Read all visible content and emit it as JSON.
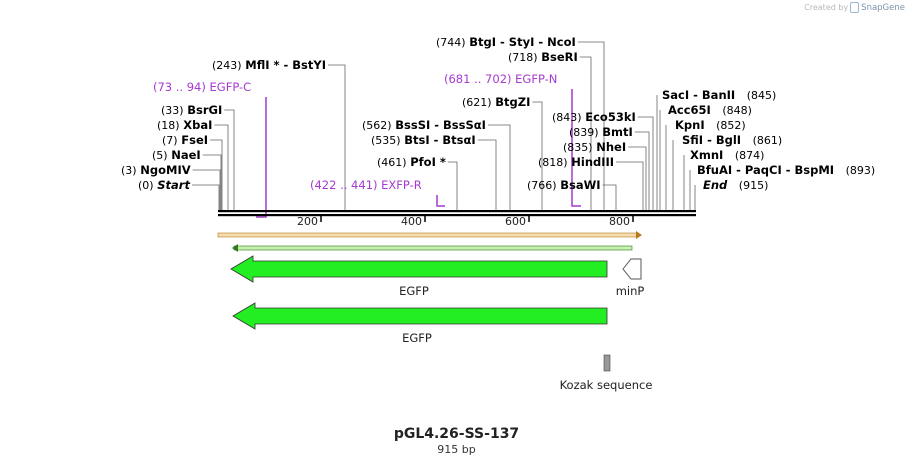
{
  "credit": {
    "prefix": "Created by",
    "brand": "SnapGene"
  },
  "plasmid": {
    "name": "pGL4.26-SS-137",
    "length_label": "915 bp"
  },
  "colors": {
    "site_label": "#000000",
    "primer": "#a63acf",
    "feature_fill": "#22ee22",
    "promoter_fill": "#ffffff",
    "misc_fill": "#999999",
    "backbone": "#000000",
    "orf_line": "#b87a1c",
    "orf_line_2": "#2e7d1a"
  },
  "ruler": {
    "ticks": [
      "200",
      "400",
      "600",
      "800"
    ]
  },
  "sites": [
    {
      "pos": "(0)",
      "name": "Start",
      "italic": true
    },
    {
      "pos": "(3)",
      "name": "NgoMIV"
    },
    {
      "pos": "(5)",
      "name": "NaeI"
    },
    {
      "pos": "(7)",
      "name": "FseI"
    },
    {
      "pos": "(18)",
      "name": "XbaI"
    },
    {
      "pos": "(33)",
      "name": "BsrGI"
    },
    {
      "pos": "(243)",
      "name": "MflI * - BstYI"
    },
    {
      "pos": "(461)",
      "name": "PfoI *"
    },
    {
      "pos": "(535)",
      "name": "BtsI - BtsαI"
    },
    {
      "pos": "(562)",
      "name": "BssSI - BssSαI"
    },
    {
      "pos": "(621)",
      "name": "BtgZI"
    },
    {
      "pos": "(718)",
      "name": "BseRI"
    },
    {
      "pos": "(744)",
      "name": "BtgI - StyI - NcoI"
    },
    {
      "pos": "(766)",
      "name": "BsaWI"
    },
    {
      "pos": "(818)",
      "name": "HindIII"
    },
    {
      "pos": "(835)",
      "name": "NheI"
    },
    {
      "pos": "(839)",
      "name": "BmtI"
    },
    {
      "pos": "(843)",
      "name": "Eco53kI"
    },
    {
      "name": "SacI - BanII",
      "pos": "(845)"
    },
    {
      "name": "Acc65I",
      "pos": "(848)"
    },
    {
      "name": "KpnI",
      "pos": "(852)"
    },
    {
      "name": "SfiI - BglI",
      "pos": "(861)"
    },
    {
      "name": "XmnI",
      "pos": "(874)"
    },
    {
      "name": "BfuAI - PaqCI - BspMI",
      "pos": "(893)"
    },
    {
      "name": "End",
      "pos": "(915)",
      "italic": true
    }
  ],
  "primers": [
    {
      "range": "(73 .. 94)",
      "name": "EGFP-C"
    },
    {
      "range": "(422 .. 441)",
      "name": "EXFP-R"
    },
    {
      "range": "(681 .. 702)",
      "name": "EGFP-N"
    }
  ],
  "features": [
    {
      "name": "EGFP",
      "type": "CDS",
      "direction": "reverse"
    },
    {
      "name": "minP",
      "type": "promoter",
      "direction": "reverse"
    },
    {
      "name": "EGFP",
      "type": "CDS",
      "direction": "reverse"
    },
    {
      "name": "Kozak sequence",
      "type": "misc"
    }
  ]
}
